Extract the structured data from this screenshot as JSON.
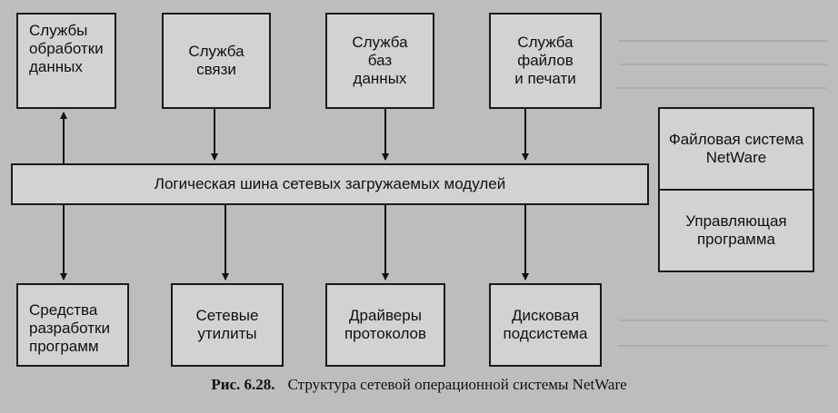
{
  "diagram": {
    "top_boxes": [
      {
        "label": "Службы\nобработки\nданных"
      },
      {
        "label": "Служба\nсвязи"
      },
      {
        "label": "Служба\nбаз\nданных"
      },
      {
        "label": "Служба\nфайлов\nи печати"
      }
    ],
    "bus": {
      "label": "Логическая шина сетевых загружаемых модулей"
    },
    "right_box": {
      "top_label": "Файловая система\nNetWare",
      "bottom_label": "Управляющая\nпрограмма"
    },
    "bottom_boxes": [
      {
        "label": "Средства\nразработки\nпрограмм"
      },
      {
        "label": "Сетевые\nутилиты"
      },
      {
        "label": "Драйверы\nпротоколов"
      },
      {
        "label": "Дисковая\nподсистема"
      }
    ]
  },
  "caption": {
    "number": "Рис. 6.28.",
    "text": "Структура сетевой операционной системы NetWare"
  }
}
